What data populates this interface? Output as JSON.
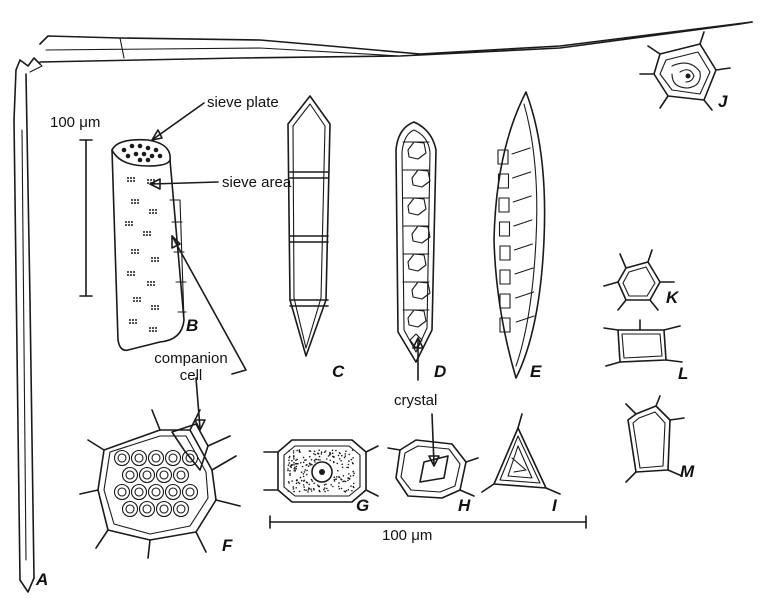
{
  "labels": {
    "sieve_plate": "sieve plate",
    "sieve_area": "sieve area",
    "companion_cell_line1": "companion",
    "companion_cell_line2": "cell",
    "crystal": "crystal",
    "scale_left": "100 μm",
    "scale_bottom": "100 μm"
  },
  "panels": [
    "A",
    "B",
    "C",
    "D",
    "E",
    "F",
    "G",
    "H",
    "I",
    "J",
    "K",
    "L",
    "M"
  ]
}
